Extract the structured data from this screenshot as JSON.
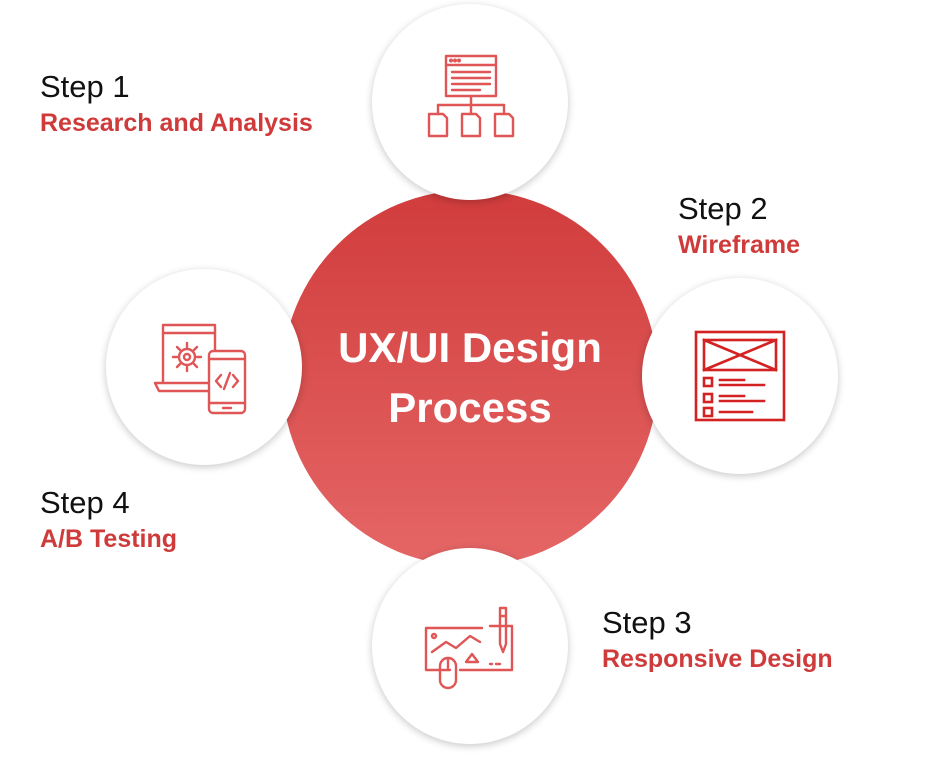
{
  "center": {
    "line1": "UX/UI Design",
    "line2": "Process"
  },
  "colors": {
    "accent": "#cf3a3a",
    "gradient_top": "#d13c3c",
    "gradient_bottom": "#e56666",
    "icon_stroke": "#e05555",
    "text_dark": "#111111"
  },
  "steps": [
    {
      "number": "Step 1",
      "title": "Research and Analysis",
      "icon": "sitemap-icon"
    },
    {
      "number": "Step 2",
      "title": "Wireframe",
      "icon": "wireframe-icon"
    },
    {
      "number": "Step 3",
      "title": "Responsive Design",
      "icon": "design-tablet-icon"
    },
    {
      "number": "Step 4",
      "title": "A/B Testing",
      "icon": "devices-testing-icon"
    }
  ]
}
